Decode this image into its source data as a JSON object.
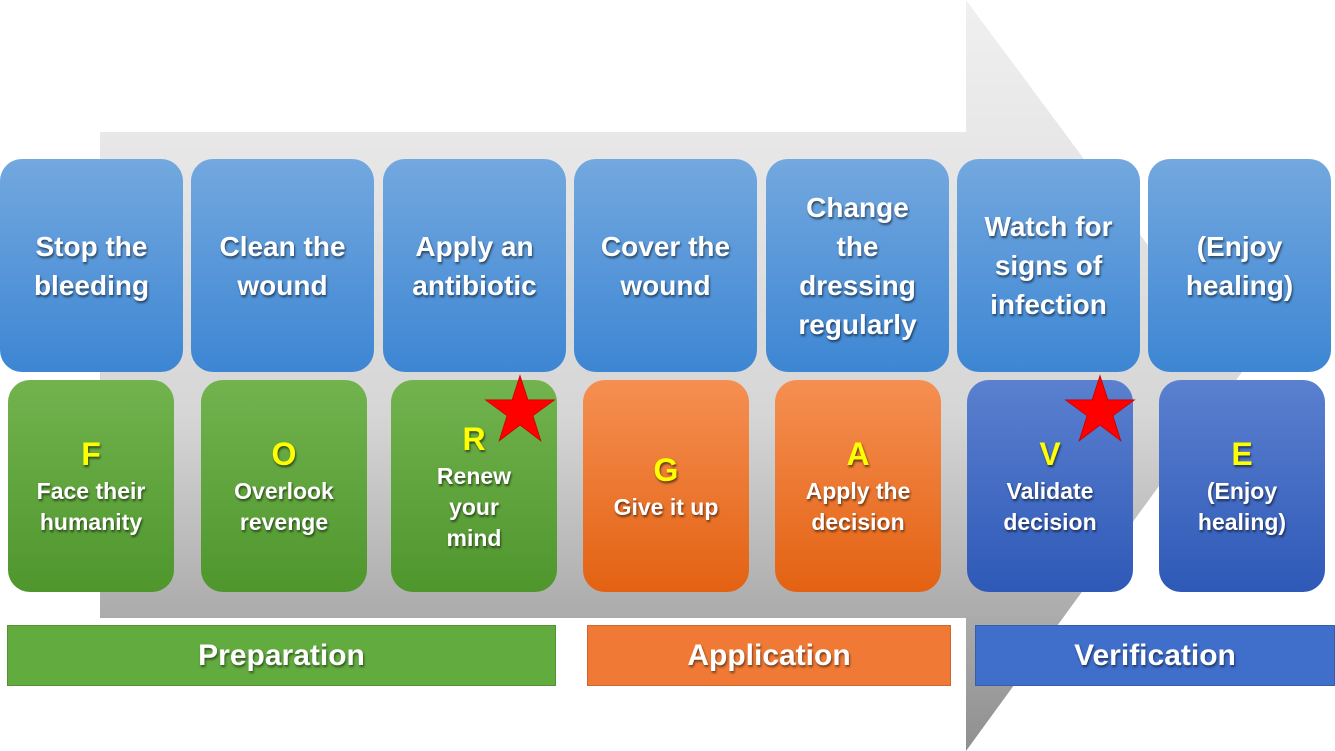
{
  "steps": [
    {
      "text": "Stop the bleeding"
    },
    {
      "text": "Clean the wound"
    },
    {
      "text": "Apply an antibiotic"
    },
    {
      "text": "Cover the wound"
    },
    {
      "text": "Change the dressing regularly"
    },
    {
      "text": "Watch for signs of infection"
    },
    {
      "text": "(Enjoy healing)"
    }
  ],
  "acronym": [
    {
      "letter": "F",
      "text": "Face their humanity",
      "phase": "green"
    },
    {
      "letter": "O",
      "text": "Overlook revenge",
      "phase": "green"
    },
    {
      "letter": "R",
      "text": "Renew your mind",
      "phase": "green",
      "starred": true
    },
    {
      "letter": "G",
      "text": "Give it up",
      "phase": "orange"
    },
    {
      "letter": "A",
      "text": "Apply the decision",
      "phase": "orange"
    },
    {
      "letter": "V",
      "text": "Validate decision",
      "phase": "blue",
      "starred": true
    },
    {
      "letter": "E",
      "text": "(Enjoy healing)",
      "phase": "blue"
    }
  ],
  "phases": {
    "preparation": "Preparation",
    "application": "Application",
    "verification": "Verification"
  },
  "colors": {
    "green": "#5fa53b",
    "orange": "#ed7330",
    "blue": "#3d6cc7",
    "top_blue": "#4f93d8",
    "letter_yellow": "#ffff00",
    "star_red": "#ff0000",
    "arrow_gray": "#d9d9d9"
  }
}
